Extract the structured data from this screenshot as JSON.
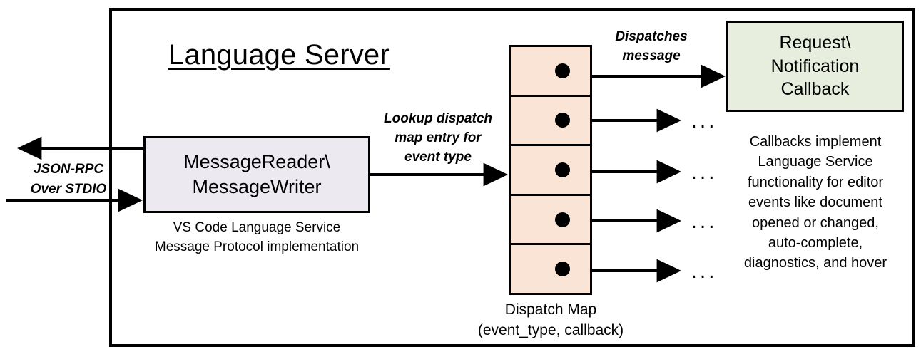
{
  "diagram": {
    "title": "Language Server",
    "frame_label": "language-server-boundary",
    "colors": {
      "reader_box_fill": "#ECE9F1",
      "dispatch_map_fill": "#FAE4D5",
      "callback_box_fill": "#E8EEDE",
      "stroke": "#000000",
      "background": "#FFFFFF"
    }
  },
  "transport": {
    "label": "JSON-RPC\nOver STDIO",
    "inbound_arrow": "arrow-into-message-reader",
    "outbound_arrow": "arrow-out-of-message-writer"
  },
  "reader_writer": {
    "title": "MessageReader\\\nMessageWriter",
    "caption": "VS Code Language Service\nMessage Protocol implementation"
  },
  "lookup": {
    "label": "Lookup dispatch\nmap entry for\nevent type"
  },
  "dispatch_map": {
    "caption": "Dispatch Map\n(event_type, callback)",
    "rows": [
      {
        "index": 1,
        "dot": "entry-dot",
        "target": "Request\\Notification Callback",
        "ellipsis": false
      },
      {
        "index": 2,
        "dot": "entry-dot",
        "target": "...",
        "ellipsis": true
      },
      {
        "index": 3,
        "dot": "entry-dot",
        "target": "...",
        "ellipsis": true
      },
      {
        "index": 4,
        "dot": "entry-dot",
        "target": "...",
        "ellipsis": true
      },
      {
        "index": 5,
        "dot": "entry-dot",
        "target": "...",
        "ellipsis": true
      }
    ],
    "row_count": 5
  },
  "dispatch_arrow": {
    "label": "Dispatches\nmessage"
  },
  "callback": {
    "title": "Request\\\nNotification\nCallback",
    "caption": "Callbacks implement\nLanguage Service\nfunctionality for editor\nevents like document\nopened or changed,\nauto-complete,\ndiagnostics, and hover"
  },
  "ellipsis": {
    "glyph": "..."
  }
}
